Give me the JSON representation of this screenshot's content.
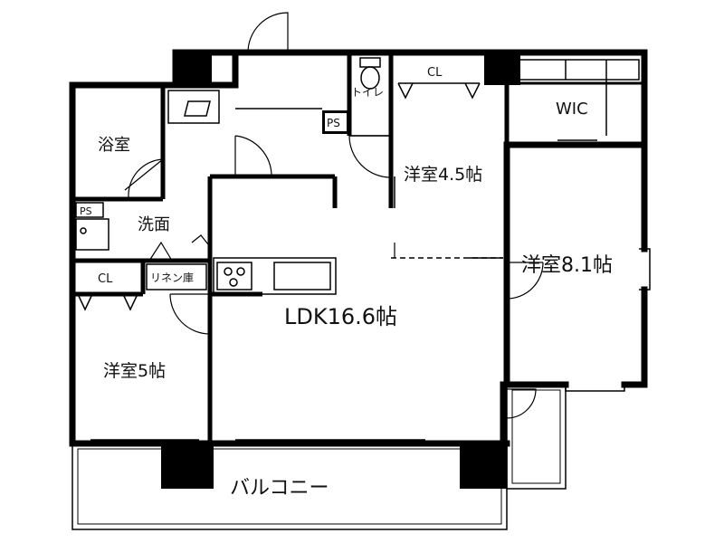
{
  "rooms": {
    "bath": "浴室",
    "washroom": "洗面",
    "toilet": "トイレ",
    "ps_top": "PS",
    "ps_left": "PS",
    "cl_top": "CL",
    "cl_left": "CL",
    "wic": "WIC",
    "western_45": "洋室4.5帖",
    "western_81": "洋室8.1帖",
    "western_5": "洋室5帖",
    "linen": "リネン庫",
    "ldk": "LDK16.6帖",
    "balcony": "バルコニー"
  }
}
